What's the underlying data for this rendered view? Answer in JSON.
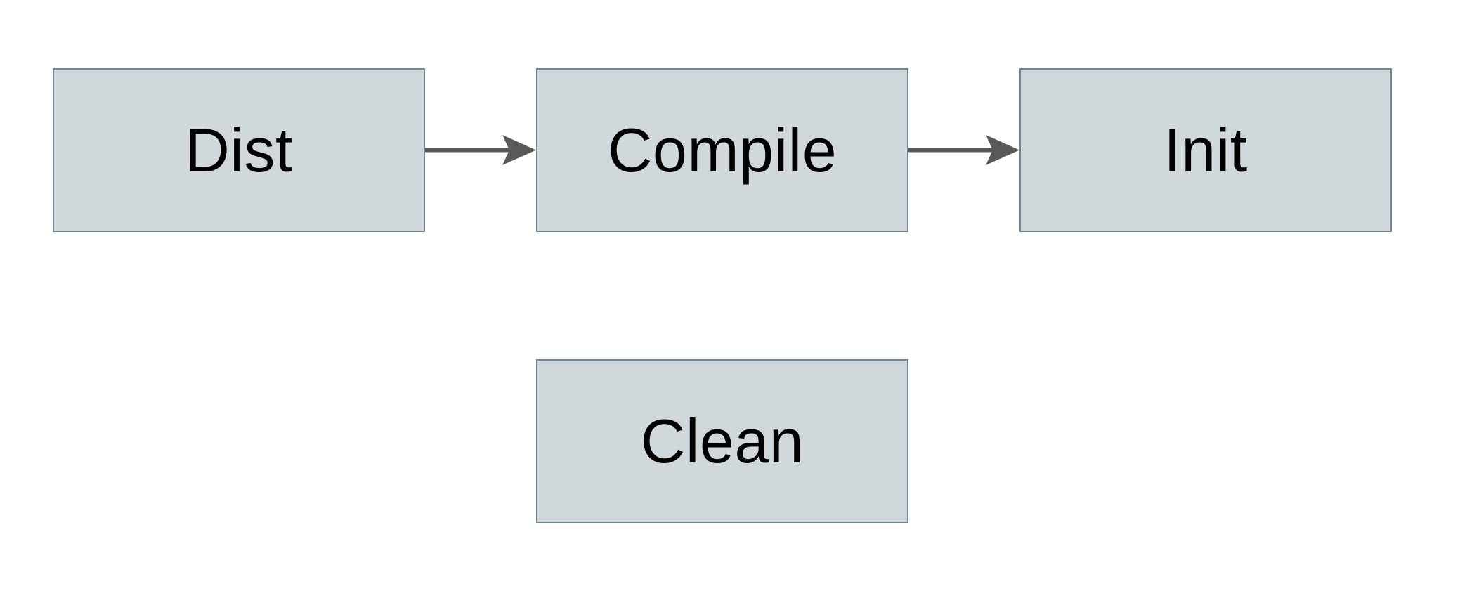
{
  "diagram": {
    "nodes": [
      {
        "id": "dist",
        "label": "Dist"
      },
      {
        "id": "compile",
        "label": "Compile"
      },
      {
        "id": "init",
        "label": "Init"
      },
      {
        "id": "clean",
        "label": "Clean"
      }
    ],
    "edges": [
      {
        "from": "dist",
        "to": "compile",
        "direction": "right"
      },
      {
        "from": "compile",
        "to": "init",
        "direction": "right"
      }
    ]
  },
  "colors": {
    "background": "#ffffff",
    "node_fill": "#d0d8dc",
    "node_border": "#6f8797",
    "node_text": "#000000",
    "arrow": "#595959"
  }
}
